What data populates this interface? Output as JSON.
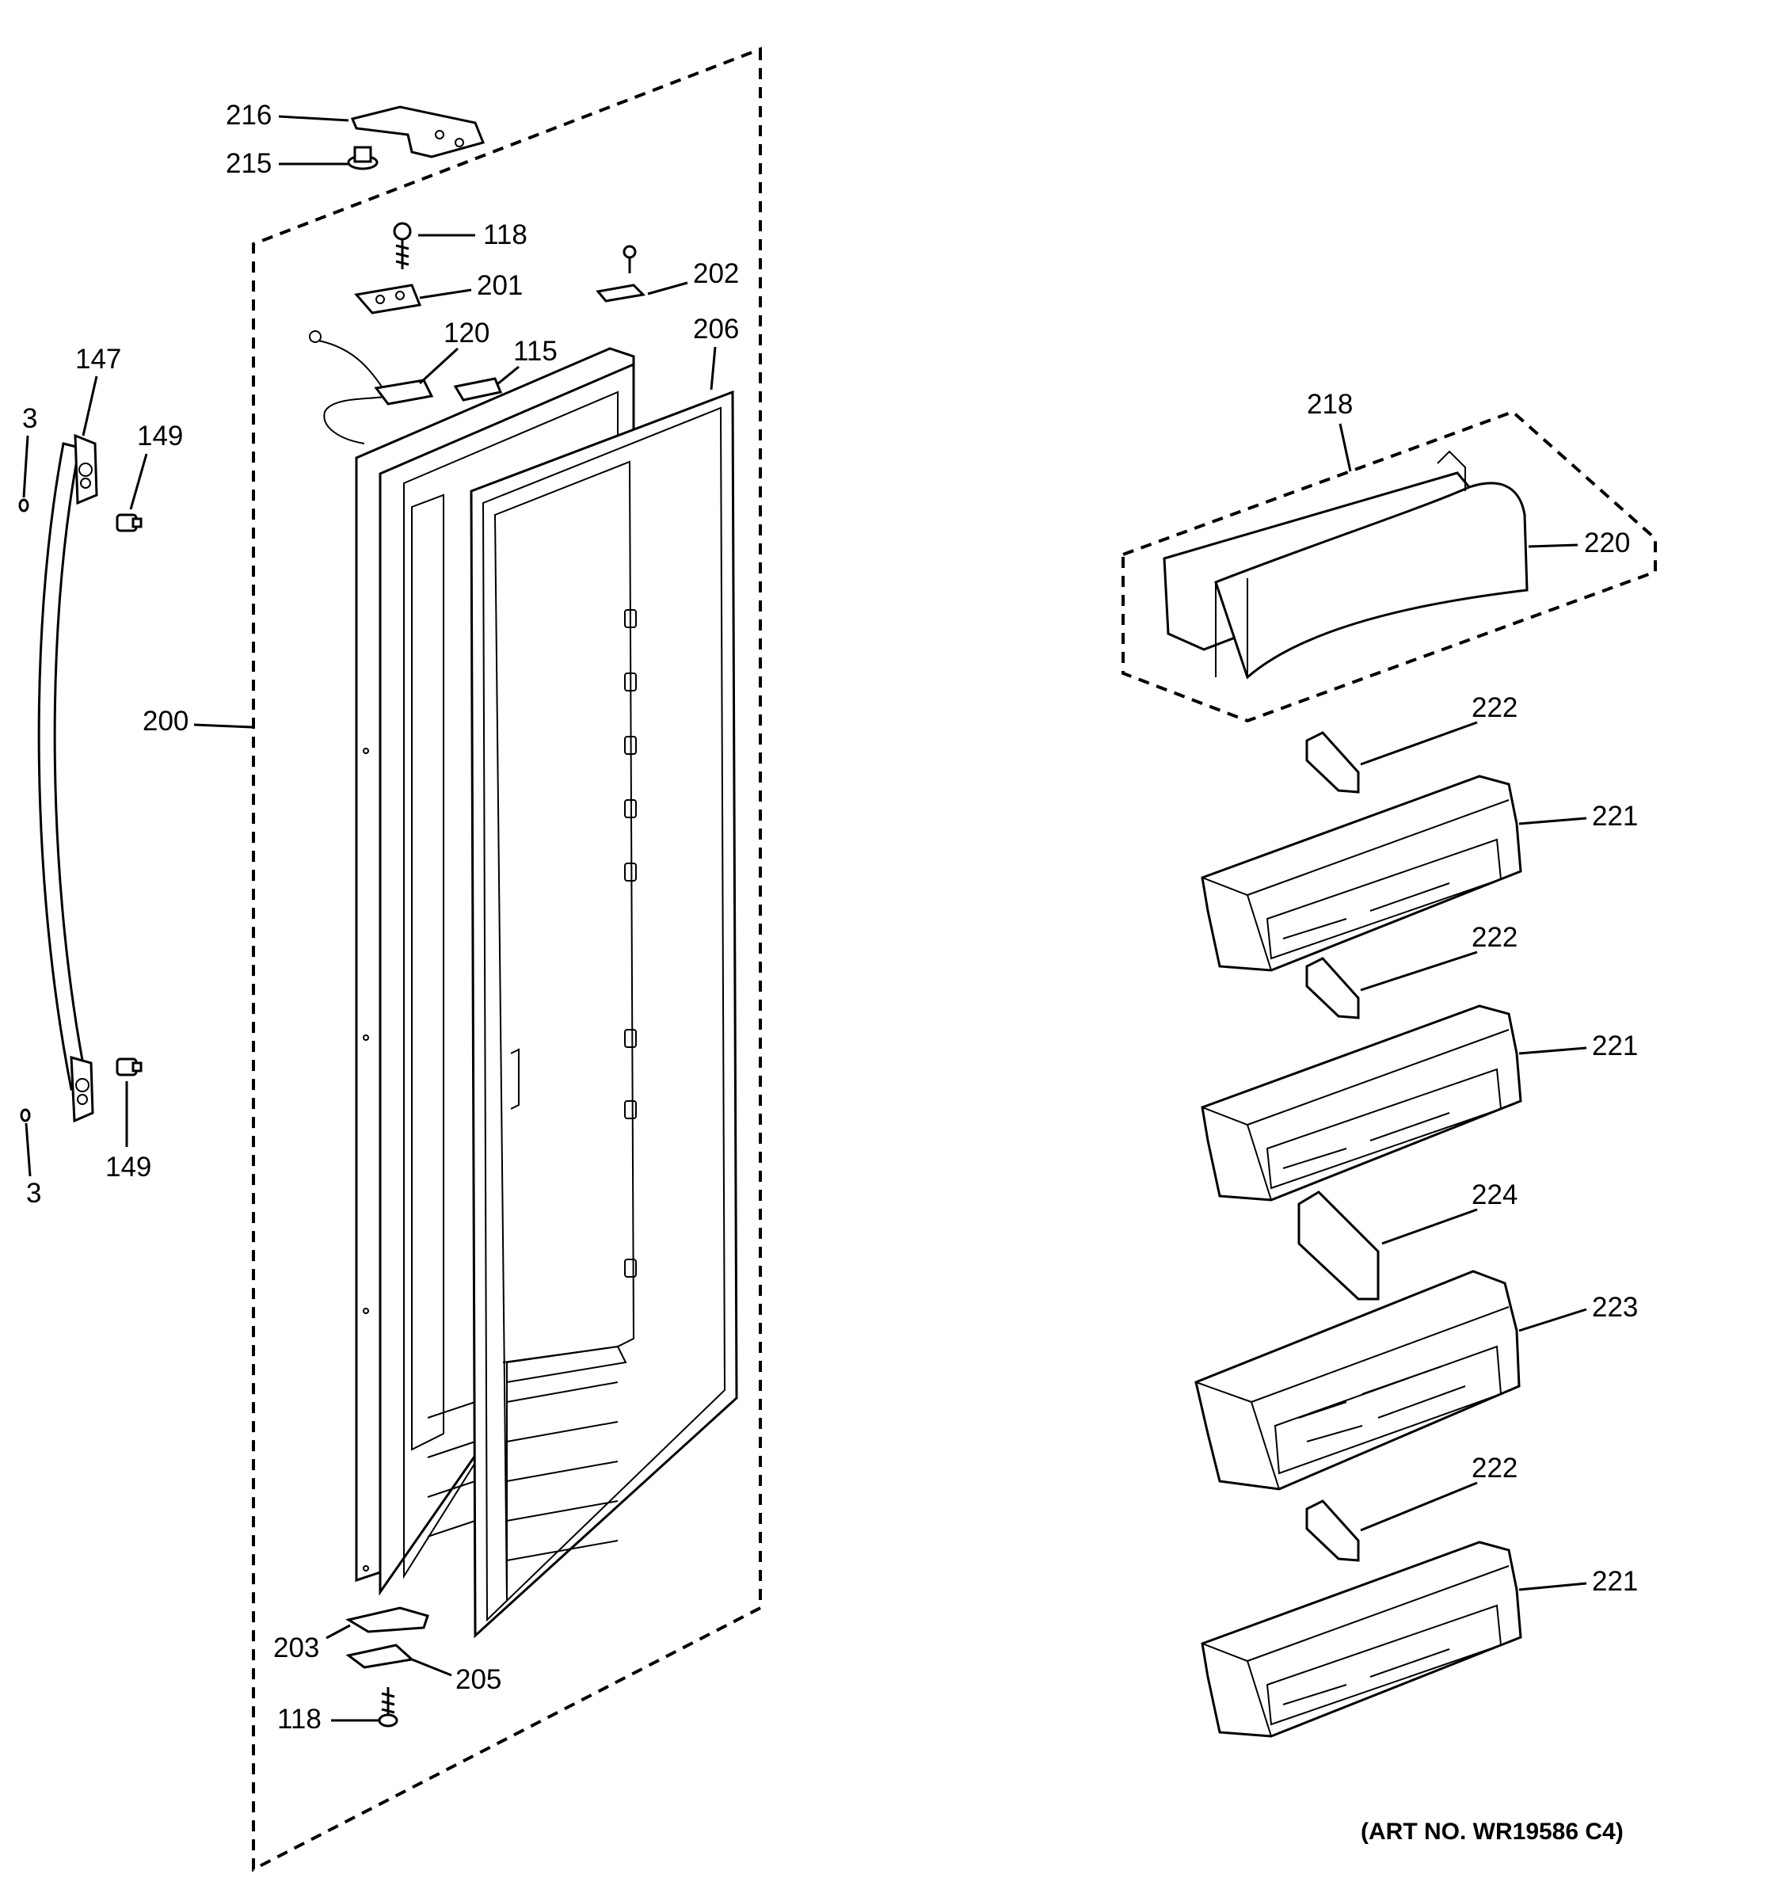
{
  "callouts": {
    "c216": "216",
    "c215": "215",
    "c118_top": "118",
    "c201": "201",
    "c202": "202",
    "c120": "120",
    "c115": "115",
    "c206": "206",
    "c147": "147",
    "c3_top": "3",
    "c149_top": "149",
    "c200": "200",
    "c149_bottom": "149",
    "c3_bottom": "3",
    "c203": "203",
    "c205": "205",
    "c118_bottom": "118",
    "c218": "218",
    "c220": "220",
    "c222_a": "222",
    "c221_a": "221",
    "c222_b": "222",
    "c221_b": "221",
    "c224": "224",
    "c223": "223",
    "c222_c": "222",
    "c221_c": "221"
  },
  "art_number": "(ART NO. WR19586 C4)"
}
